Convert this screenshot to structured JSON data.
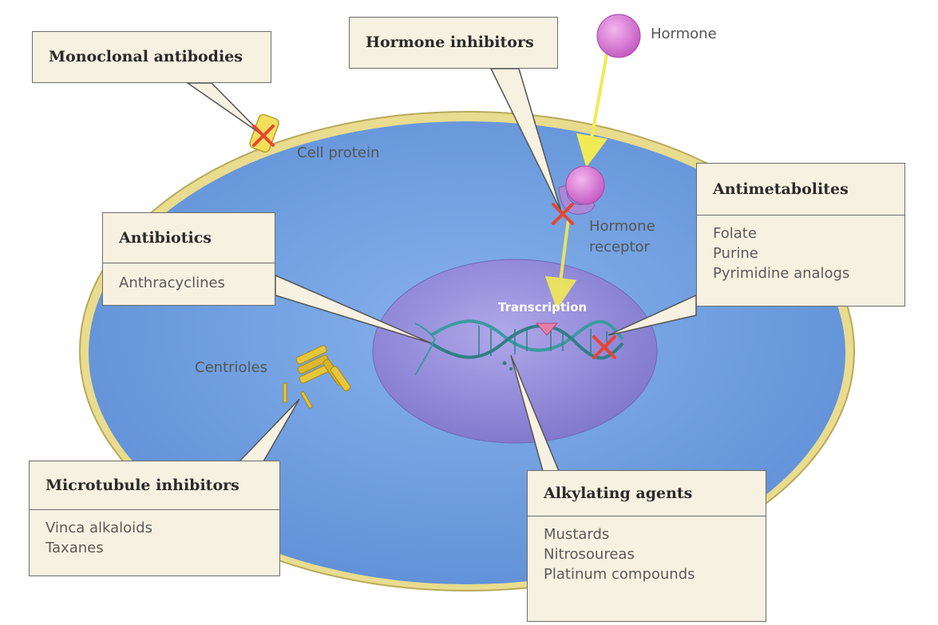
{
  "labels": {
    "hormone": "Hormone",
    "cell_protein": "Cell protein",
    "hormone_receptor_line1": "Hormone",
    "hormone_receptor_line2": "receptor",
    "centrioles": "Centrioles",
    "transcription": "Transcription"
  },
  "boxes": {
    "monoclonal": {
      "title": "Monoclonal antibodies"
    },
    "hormone_inhibitors": {
      "title": "Hormone inhibitors"
    },
    "antimetabolites": {
      "title": "Antimetabolites",
      "items": [
        "Folate",
        "Purine",
        "Pyrimidine analogs"
      ]
    },
    "antibiotics": {
      "title": "Antibiotics",
      "items": [
        "Anthracyclines"
      ]
    },
    "microtubule": {
      "title": "Microtubule inhibitors",
      "items": [
        "Vinca alkaloids",
        "Taxanes"
      ]
    },
    "alkylating": {
      "title": "Alkylating agents",
      "items": [
        "Mustards",
        "Nitrosoureas",
        "Platinum compounds"
      ]
    }
  },
  "colors": {
    "cytoplasm": "#6f9ee0",
    "nucleus": "#8e86d6",
    "membrane": "#e8d98a",
    "hormone": "#d46ad0",
    "inhibition_x": "#e8452f",
    "arrow": "#f2ea55",
    "box_fill": "#f7f1e1"
  }
}
